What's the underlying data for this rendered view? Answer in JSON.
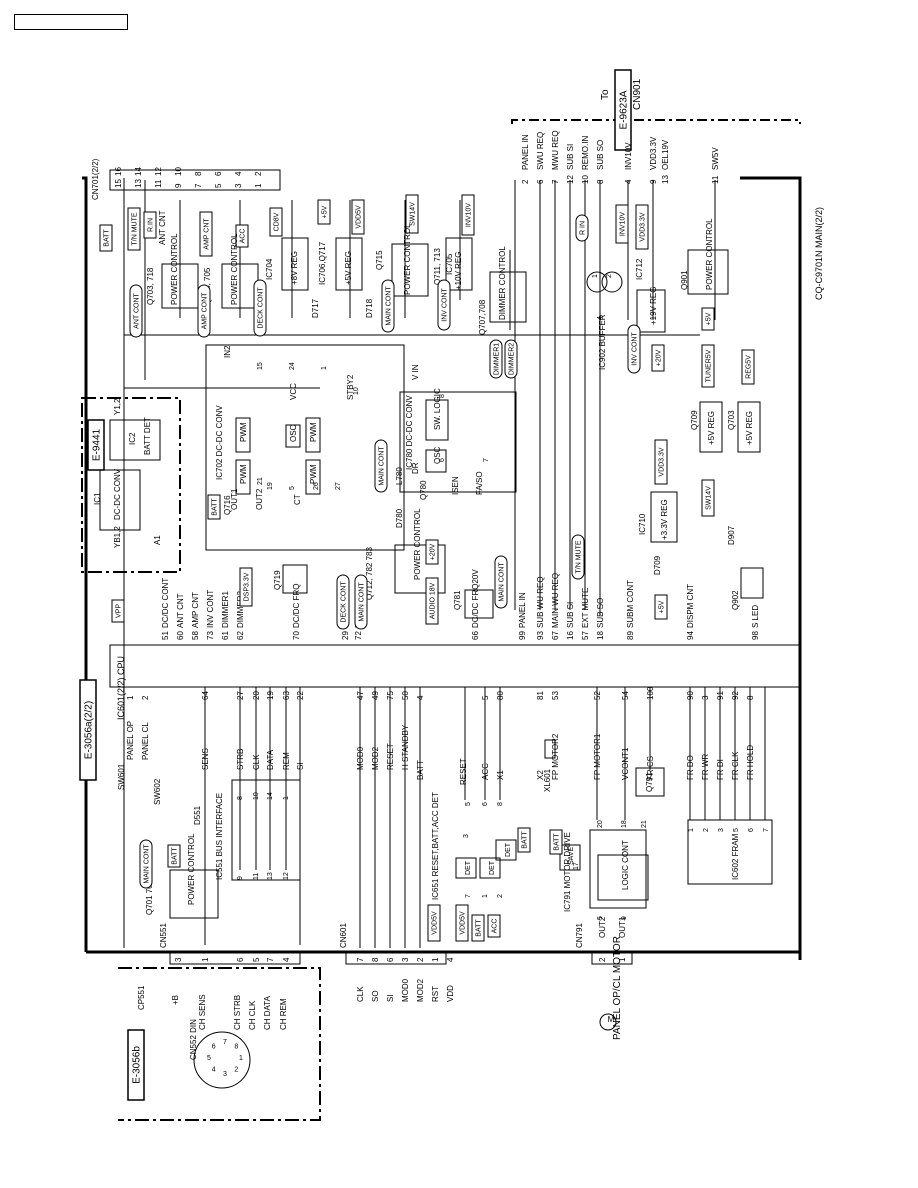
{
  "header": {
    "box_text": ""
  },
  "boards": {
    "e3056a": "E-3056a(2/2)",
    "e3056b": "E-3056b",
    "e9441": "E-9441",
    "e9623a": "E-9623A",
    "to": "To",
    "cn901_title": "CN901",
    "main_title": "CQ-C9701N MAIN(2/2)"
  },
  "cpu": {
    "title": "IC601(2/2) CPU",
    "left_pins": [
      {
        "num": "1",
        "label": "PANEL OP"
      },
      {
        "num": "2",
        "label": "PANEL CL"
      },
      {
        "num": "64",
        "label": "SENS"
      },
      {
        "num": "27",
        "label": "STRB"
      },
      {
        "num": "20",
        "label": "CLK"
      },
      {
        "num": "19",
        "label": "DATA"
      },
      {
        "num": "63",
        "label": "REM"
      },
      {
        "num": "22",
        "label": "SI"
      },
      {
        "num": "47",
        "label": "MOD0"
      },
      {
        "num": "49",
        "label": "MOD2"
      },
      {
        "num": "75",
        "label": "RESET"
      },
      {
        "num": "50",
        "label": "H STANDBY"
      },
      {
        "num": "4",
        "label": "BATT"
      },
      {
        "num": "5",
        "label": "ACC"
      },
      {
        "num": "80",
        "label": "X1"
      },
      {
        "num": "81",
        "label": "X2"
      },
      {
        "num": "53",
        "label": "FP MOTOR2"
      },
      {
        "num": "52",
        "label": "FP MOTOR1"
      },
      {
        "num": "54",
        "label": "VCONT1"
      },
      {
        "num": "100",
        "label": "FR CS"
      },
      {
        "num": "90",
        "label": "FR DO"
      },
      {
        "num": "3",
        "label": "FR WR"
      },
      {
        "num": "91",
        "label": "FR DI"
      },
      {
        "num": "92",
        "label": "FR CLK"
      },
      {
        "num": "8",
        "label": "FR HOLD"
      }
    ],
    "right_pins": [
      {
        "num": "51",
        "label": "DC/DC CONT"
      },
      {
        "num": "60",
        "label": "ANT CNT"
      },
      {
        "num": "58",
        "label": "AMP CNT"
      },
      {
        "num": "73",
        "label": "INV CONT"
      },
      {
        "num": "61",
        "label": "DIMMER1"
      },
      {
        "num": "62",
        "label": "DIMMER2"
      },
      {
        "num": "70",
        "label": "DC/DC FRQ"
      },
      {
        "num": "29",
        "label": "DECK CONT"
      },
      {
        "num": "72",
        "label": "MAIN CONT"
      },
      {
        "num": "66",
        "label": "DC/DC FRQ20V"
      },
      {
        "num": "99",
        "label": "PANEL IN"
      },
      {
        "num": "93",
        "label": "SUB WU REQ"
      },
      {
        "num": "67",
        "label": "MAIN WU REQ"
      },
      {
        "num": "16",
        "label": "SUB SI"
      },
      {
        "num": "57",
        "label": "EXT MUTE"
      },
      {
        "num": "18",
        "label": "SUB SO"
      },
      {
        "num": "89",
        "label": "SUBM CONT"
      },
      {
        "num": "94",
        "label": "DISPM CNT"
      },
      {
        "num": "98",
        "label": "S LED"
      }
    ]
  },
  "cn901_pins": [
    {
      "num": "2",
      "label": "PANEL IN"
    },
    {
      "num": "6",
      "label": "SWU REQ"
    },
    {
      "num": "7",
      "label": "MWU REQ"
    },
    {
      "num": "12",
      "label": "SUB SI"
    },
    {
      "num": "10",
      "label": "REMO.IN"
    },
    {
      "num": "8",
      "label": "SUB SO"
    },
    {
      "num": "4",
      "label": "INV10V"
    },
    {
      "num": "9",
      "label": "VDD3.3V"
    },
    {
      "num": "13",
      "label": "OEL19V"
    },
    {
      "num": "11",
      "label": "SW5V"
    }
  ],
  "cn701": {
    "title": "CN701(2/2)",
    "rows": [
      [
        "15",
        "16"
      ],
      [
        "13",
        "14"
      ],
      [
        "11",
        "12"
      ],
      [
        "9",
        "10"
      ],
      [
        "7",
        "8"
      ],
      [
        "5",
        "6"
      ],
      [
        "3",
        "4"
      ],
      [
        "1",
        "2"
      ]
    ]
  },
  "top_blocks": {
    "q703": "Q703, 718",
    "q704": "Q704, 705",
    "ic704": "IC704",
    "ic706": "IC706,Q717",
    "q715": "Q715",
    "q711": "Q711, 713",
    "ic705": "IC705",
    "power_control": "POWER CONTROL",
    "reg_8v": "+8V REG",
    "reg_5v": "+5V REG",
    "reg_5v_b": "+5V REG",
    "reg_10v": "+10V REG",
    "ant_cont": "ANT CONT",
    "amp_cont": "AMP CONT",
    "deck_cont": "DECK CONT",
    "main_cont": "MAIN CONT",
    "inv_cont": "INV CONT",
    "batt": "BATT",
    "tn_mute": "T/N MUTE",
    "r_in": "R.IN",
    "ant_cnt": "ANT CNT",
    "amp_cnt": "AMP CNT",
    "acc": "ACC",
    "cd8v": "CD8V",
    "p5v": "+5V",
    "vdd5v": "VDD5V",
    "sw14v": "SW14V",
    "inv10v": "INV10V",
    "d717": "D717",
    "d718": "D718",
    "q707": "Q707,708",
    "dimmer_control": "DIMMER CONTROL",
    "dimmer1": "DIMMER1",
    "dimmer2": "DIMMER2"
  },
  "ic702": {
    "title": "IC702 DC-DC CONV",
    "pwm": "PWM",
    "osc": "OSC",
    "out1": "OUT1",
    "out2": "OUT2",
    "ct": "CT",
    "in2": "IN2",
    "vcc": "VCC",
    "stby": "STBY2",
    "pins": [
      "15",
      "24",
      "1",
      "10",
      "21",
      "19",
      "5",
      "26",
      "27"
    ],
    "batt": "BATT",
    "q716": "Q716",
    "dsp": "DSP3.3V",
    "main_cont": "MAIN CONT"
  },
  "ic780": {
    "title": "IC780 DC-DC CONV",
    "sw_logic": "SW. LOGIC",
    "osc": "OSC",
    "vin": "V IN",
    "dr": "DR",
    "isen": "ISEN",
    "fa_so": "FA/SO",
    "pins": [
      "8",
      "6",
      "7"
    ],
    "l780": "L780",
    "q780": "Q780",
    "d780": "D780"
  },
  "e9441": {
    "ic1": "IC1",
    "dcdc": "DC-DC CONV",
    "ic2": "IC2",
    "batt_det": "BATT DET",
    "y12": "Y1,2",
    "yb12": "YB1,2",
    "a1": "A1",
    "vpp": "VPP"
  },
  "mid_right": {
    "q719": "Q719",
    "q712": "Q712, 782 783",
    "power_control": "POWER CONTROL",
    "p20v": "+20V",
    "audio18v": "AUDIO 18V",
    "q781": "Q781",
    "main_cont": "MAIN CONT",
    "deck_cont": "DECK CONT",
    "main_cont2": "MAIN CONT"
  },
  "right_blocks": {
    "r_in": "R IN",
    "inv10v": "INV10V",
    "vdd33v": "VDD3.3V",
    "q901": "Q901",
    "power_control": "POWER CONTROL",
    "p5v": "+5V",
    "ic902": "IC902 BUFFER",
    "ic902_pins": [
      "4",
      "2",
      "1"
    ],
    "ic712": "IC712",
    "reg19v": "+19V REG",
    "inv_cont": "INV CONT",
    "p20v": "+20V",
    "q709": "Q709",
    "reg5v_1": "+5V REG",
    "tuner5v": "TUNER5V",
    "q703": "Q703",
    "reg5v_2": "+5V REG",
    "reg5v_label": "REG5V",
    "sw14v": "SW14V",
    "ic710": "IC710",
    "reg33": "+3.3V REG",
    "vdd33v_b": "VDD3.3V",
    "d709": "D709",
    "p5v_b": "+5V",
    "tn_mute": "T/N MUTE",
    "q902": "Q902",
    "d907": "D907"
  },
  "lower_left": {
    "cn552": "CN552 DIN",
    "din_pins": [
      "1",
      "2",
      "3",
      "4",
      "5",
      "6",
      "7",
      "8"
    ],
    "cp551": "CP551",
    "pB": "+B",
    "ch_sens": "CH SENS",
    "ch_strb": "CH STRB",
    "ch_clk": "CH CLK",
    "ch_data": "CH DATA",
    "ch_rem": "CH REM",
    "cn551": "CN551",
    "cn551_pins": [
      "3",
      "1",
      "6",
      "5",
      "7",
      "4"
    ],
    "q701": "Q701 702",
    "power_control": "POWER CONTROL",
    "main_cont": "MAIN CONT",
    "batt": "BATT",
    "ic551": "IC551 BUS INTERFACE",
    "ic551_pins": [
      "9",
      "11",
      "13",
      "12",
      "8",
      "10",
      "14",
      "1"
    ],
    "d551": "D551",
    "sw601": "SW601",
    "sw602": "SW602",
    "panel_op": "PANEL OP",
    "panel_cl": "PANEL CL",
    "cn601": "CN601",
    "cn601_pins": [
      {
        "num": "7",
        "label": "CLK"
      },
      {
        "num": "8",
        "label": "SO"
      },
      {
        "num": "6",
        "label": "SI"
      },
      {
        "num": "3",
        "label": "MOD0"
      },
      {
        "num": "2",
        "label": "MOD2"
      },
      {
        "num": "1",
        "label": "RST"
      },
      {
        "num": "4",
        "label": "VDD"
      }
    ],
    "vdd5v": "VDD5V",
    "ic651": "IC651 RESET,BATT,ACC DET",
    "ic651_pins": [
      "7",
      "1",
      "2",
      "5",
      "6",
      "8",
      "3"
    ],
    "det": "DET",
    "vdd5v_b": "VDD5V",
    "batt_b": "BATT",
    "acc": "ACC",
    "batt_c": "BATT",
    "reset": "RESET",
    "x601": "XL601",
    "cn791": "CN791",
    "cn791_pins": [
      {
        "num": "2",
        "label": "OUT2"
      },
      {
        "num": "1",
        "label": "OUT1"
      }
    ],
    "motor_label": "PANEL OP/CL MOTOR",
    "motor_sym": "M",
    "ic791": "IC791 MOTOR DRIVE",
    "ic791_pins": [
      "5",
      "9",
      "17",
      "20",
      "18",
      "21"
    ],
    "batt_d": "BATT",
    "save": "SAVE",
    "logic": "LOGIC CONT",
    "q791": "Q791",
    "ic602": "IC602 FRAM",
    "ic602_pins": [
      "1",
      "2",
      "3",
      "5",
      "6",
      "7"
    ]
  }
}
